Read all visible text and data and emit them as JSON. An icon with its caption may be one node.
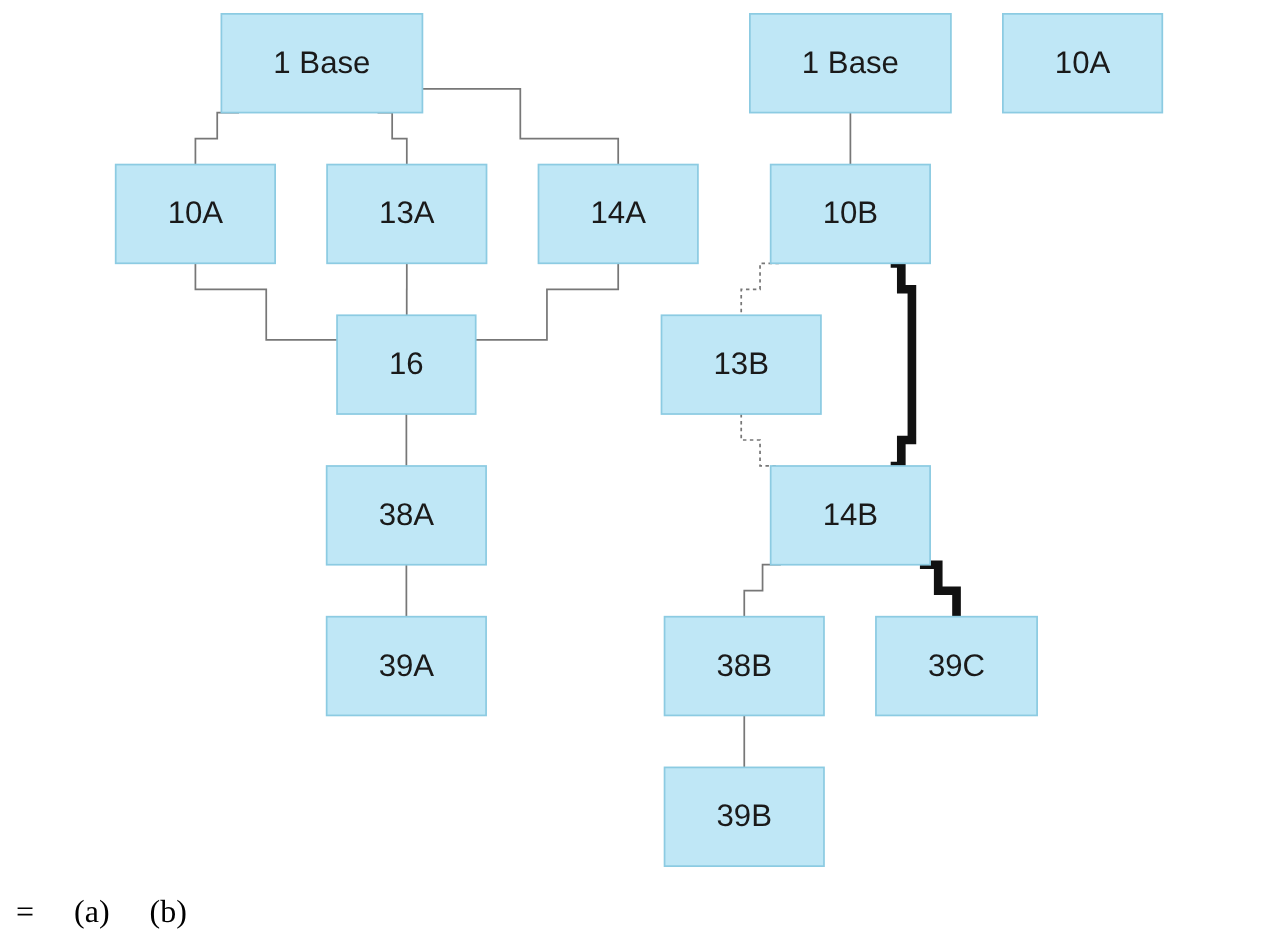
{
  "diagram": {
    "nodes": [
      {
        "text": [
          "1 Base"
        ]
      },
      {
        "text": [
          "10A"
        ]
      },
      {
        "text": [
          "13A"
        ]
      },
      {
        "text": [
          "14A"
        ]
      },
      {
        "text": [
          "16"
        ]
      },
      {
        "text": [
          "38A"
        ]
      },
      {
        "text": [
          "39A"
        ]
      },
      {
        "text": [
          "1 Base"
        ]
      },
      {
        "text": [
          "10B"
        ]
      },
      {
        "text": [
          "10A"
        ]
      },
      {
        "text": [
          "13B"
        ]
      },
      {
        "text": [
          "14B"
        ]
      },
      {
        "text": [
          "38B"
        ]
      },
      {
        "text": [
          "39B"
        ]
      },
      {
        "text": [
          "39C"
        ]
      }
    ],
    "edges": [
      {
        "from": 0,
        "to": 1,
        "arrow": "none"
      },
      {
        "from": 0,
        "to": 2,
        "arrow": "none"
      },
      {
        "from": 0,
        "to": 3,
        "arrow": "none"
      },
      {
        "from": 1,
        "to": 4,
        "arrow": "none"
      },
      {
        "from": 2,
        "to": 4,
        "arrow": "none"
      },
      {
        "from": 3,
        "to": 4,
        "arrow": "none"
      },
      {
        "from": 4,
        "to": 5,
        "arrow": "none"
      },
      {
        "from": 5,
        "to": 6,
        "arrow": "none"
      },
      {
        "from": 7,
        "to": 8,
        "arrow": "none"
      },
      {
        "from": 8,
        "to": 10,
        "arrow": "none",
        "style": "dashed"
      },
      {
        "from": 10,
        "to": 11,
        "arrow": "none",
        "style": "dashed"
      },
      {
        "from": 8,
        "to": 11,
        "arrow": "none",
        "style": "thick",
        "color": "#111111"
      },
      {
        "from": 11,
        "to": 14,
        "arrow": "none",
        "style": "thick",
        "color": "#111111"
      },
      {
        "from": 11,
        "to": 12,
        "arrow": "none"
      },
      {
        "from": 12,
        "to": 13,
        "arrow": "none"
      }
    ],
    "labels": [
      "=",
      "(a)",
      "(b)"
    ]
  }
}
